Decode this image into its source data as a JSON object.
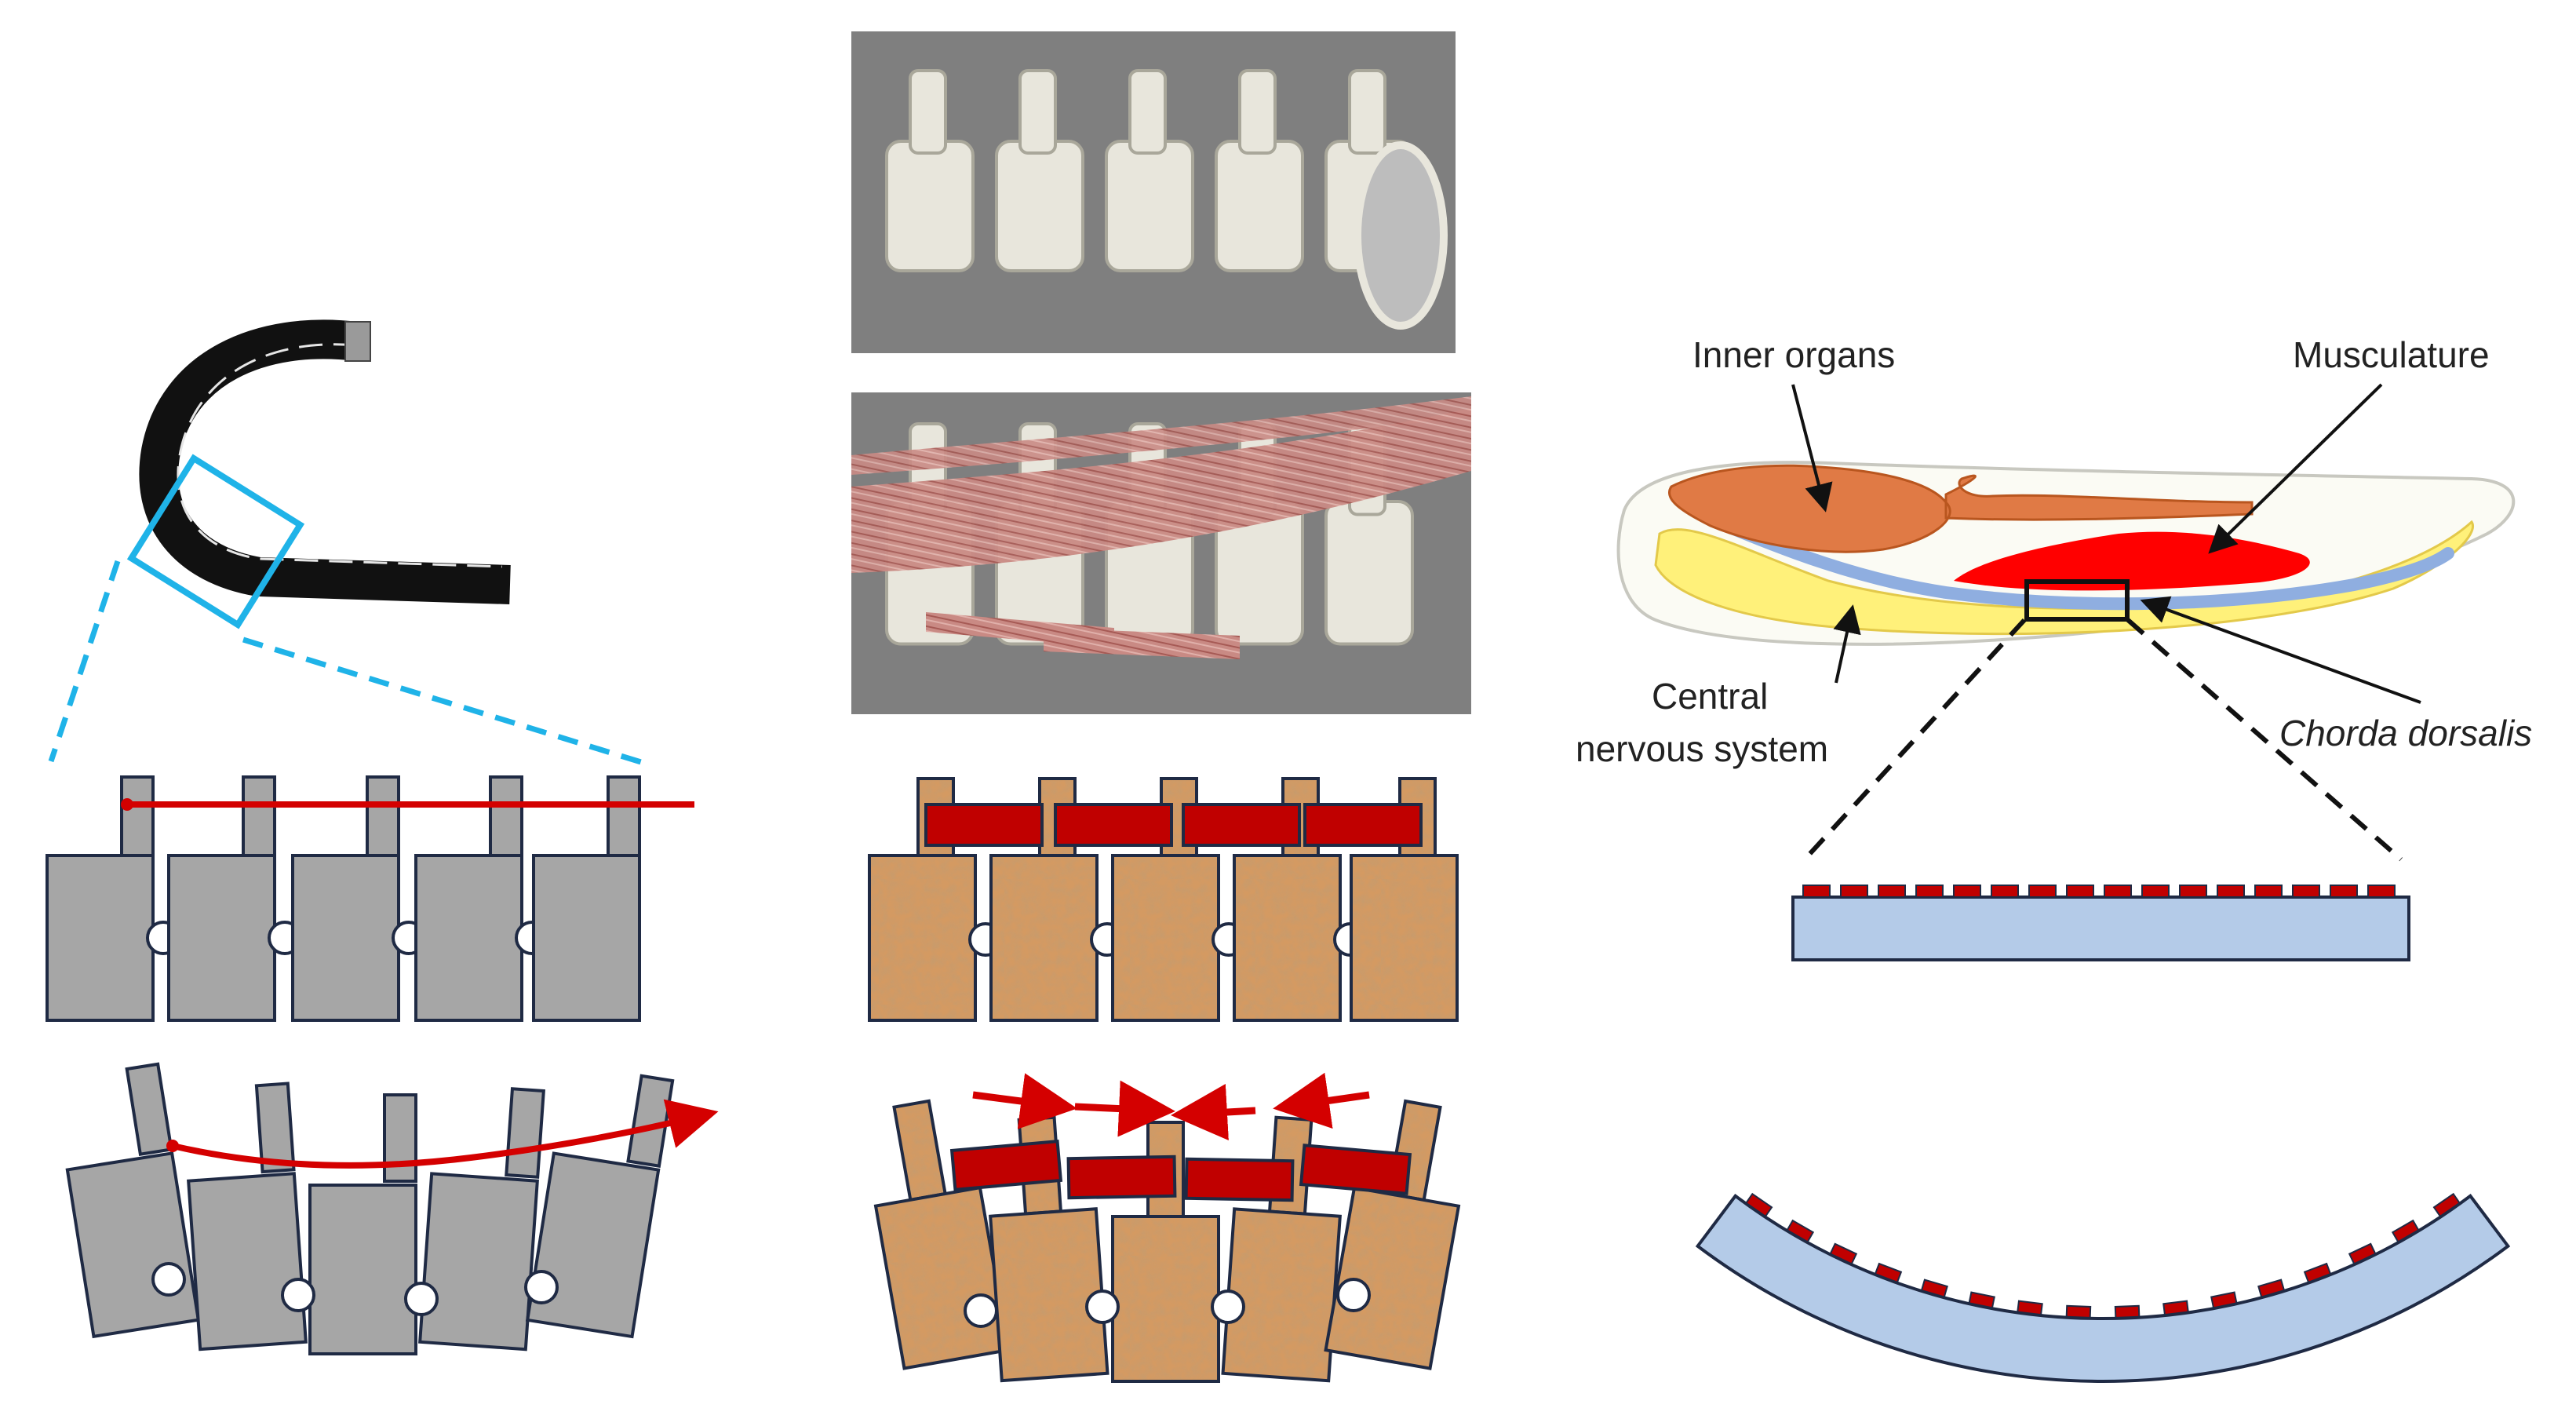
{
  "labels": {
    "inner_organs": "Inner organs",
    "musculature": "Musculature",
    "cns_line1": "Central",
    "cns_line2": "nervous system",
    "chorda": "Chorda dorsalis"
  },
  "colors": {
    "vertebra_gray": "#a6a6a6",
    "outline_navy": "#1f2a44",
    "tendon_red": "#d40000",
    "muscle_block_red": "#c00000",
    "cork": "#c8884e",
    "zoom_cyan": "#1fb3e8",
    "photo_bg": "#7f7f7f",
    "organ_orange": "#e07a45",
    "muscle_red": "#ff0000",
    "cns_yellow": "#fff17a",
    "chorda_blue": "#8faee0",
    "strip_blue": "#b4cbe8"
  },
  "panels": {
    "col1_vertebrae_count": 5,
    "col2_vertebrae_count": 5,
    "col2_muscle_blocks": 4,
    "strip_segments": 16
  }
}
